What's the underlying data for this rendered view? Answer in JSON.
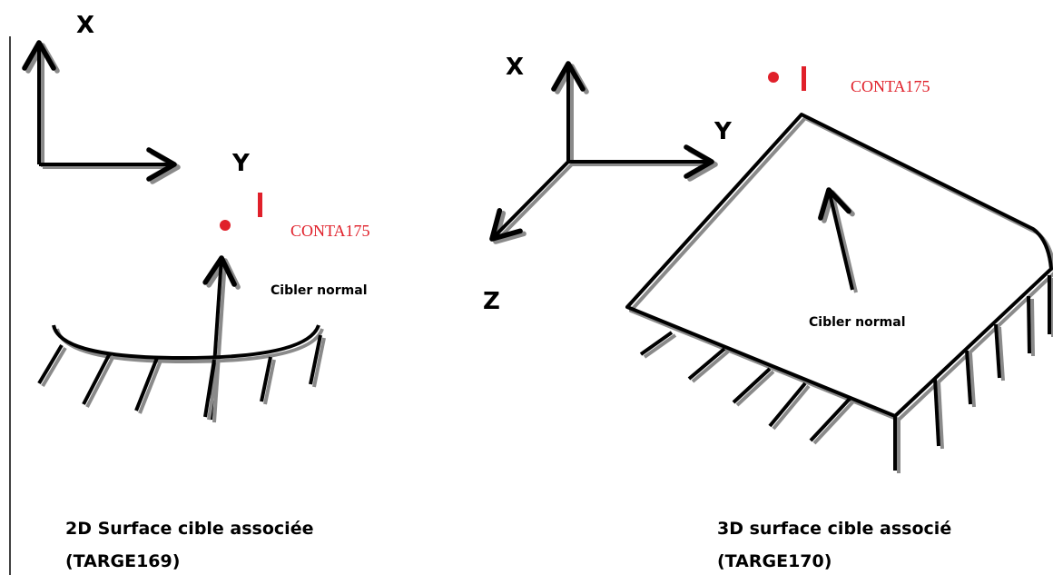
{
  "colors": {
    "ink": "#000000",
    "shadow": "#8a8a8a",
    "contact": "#e0202a"
  },
  "left": {
    "axis_x": "X",
    "axis_y": "Y",
    "contact_label": "CONTA175",
    "normal_label": "Cibler normal",
    "caption_line1": "2D Surface cible associée",
    "caption_line2": "(TARGE169)"
  },
  "right": {
    "axis_x": "X",
    "axis_y": "Y",
    "axis_z": "Z",
    "contact_label": "CONTA175",
    "normal_label": "Cibler normal",
    "caption_line1": "3D surface cible associé",
    "caption_line2": "(TARGE170)"
  }
}
